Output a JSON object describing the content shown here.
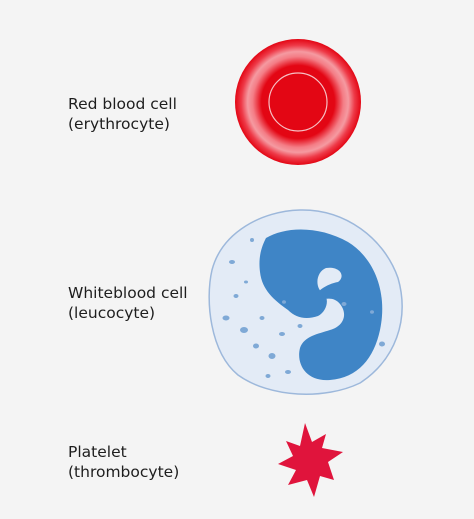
{
  "cells": [
    {
      "name": "Red blood cell",
      "alt_name": "(erythrocyte)",
      "color": "#e30614"
    },
    {
      "name": "Whiteblood cell",
      "alt_name": "(leucocyte)",
      "color": "#3f85c6"
    },
    {
      "name": "Platelet",
      "alt_name": "(thrombocyte)",
      "color": "#e0143c"
    }
  ],
  "colors": {
    "background": "#f4f4f4",
    "text": "#1e1e1e",
    "wbc_cytoplasm": "#e3ebf6",
    "wbc_border": "#9db8db"
  }
}
